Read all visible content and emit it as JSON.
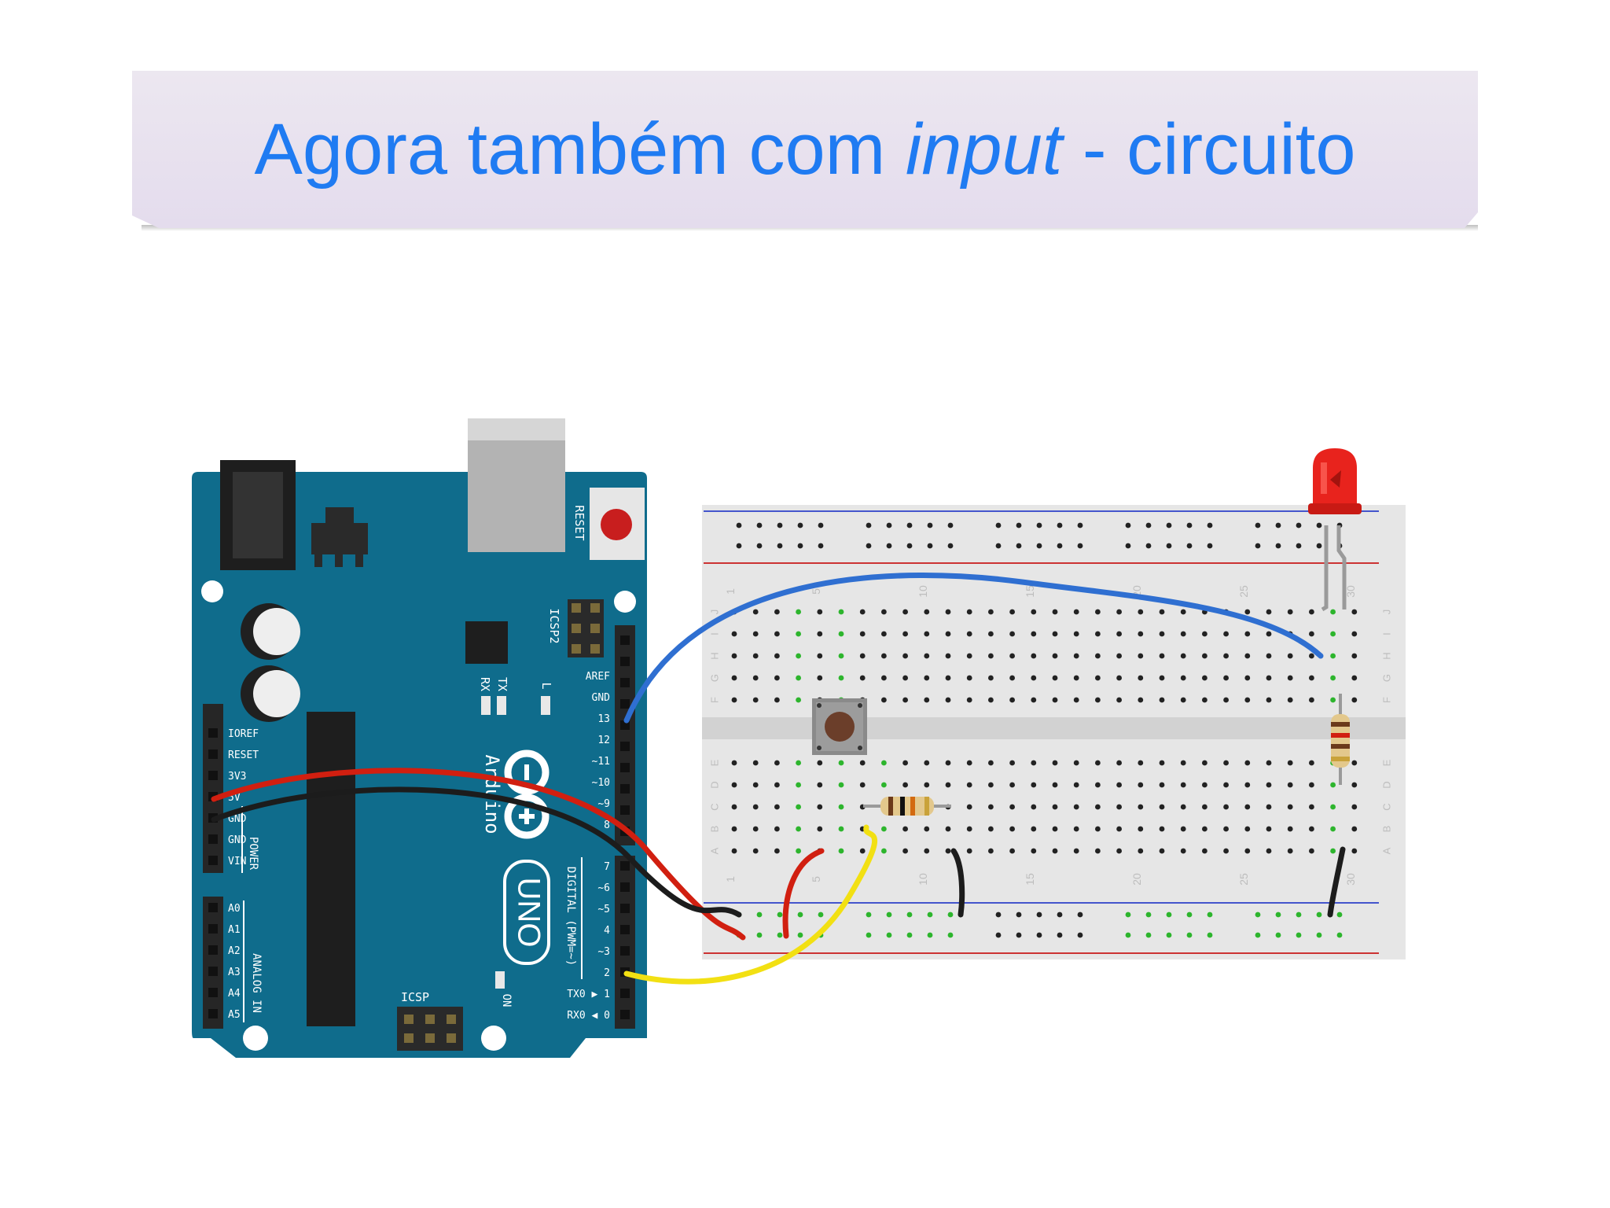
{
  "slide": {
    "title_pre": "Agora também com ",
    "title_italic": "input",
    "title_post": " - circuito"
  },
  "board": {
    "logo": "Arduino",
    "model": "UNO",
    "reset_label": "RESET",
    "icsp2_label": "ICSP2",
    "icsp_label": "ICSP",
    "tx_label": "TX",
    "rx_label": "RX",
    "l_label": "L",
    "on_label": "ON",
    "power_label": "POWER",
    "analog_label": "ANALOG IN",
    "digital_label": "DIGITAL (PWM=~)",
    "power_pins": [
      "IOREF",
      "RESET",
      "3V3",
      "5V",
      "GND",
      "GND",
      "VIN"
    ],
    "analog_pins": [
      "A0",
      "A1",
      "A2",
      "A3",
      "A4",
      "A5"
    ],
    "digital_top_pins": [
      "AREF",
      "GND",
      "13",
      "12",
      "~11",
      "~10",
      "~9",
      "8"
    ],
    "digital_bottom_pins": [
      "7",
      "~6",
      "~5",
      "4",
      "~3",
      "2",
      "TX0 ▶ 1",
      "RX0 ◀ 0"
    ]
  },
  "breadboard": {
    "column_numbers": [
      "1",
      "5",
      "10",
      "15",
      "20",
      "25",
      "30"
    ],
    "row_letters_top": [
      "J",
      "I",
      "H",
      "G",
      "F"
    ],
    "row_letters_bottom": [
      "E",
      "D",
      "C",
      "B",
      "A"
    ]
  },
  "colors": {
    "board": "#0f6c8c",
    "wire_blue": "#2f6fd1",
    "wire_red": "#d11f10",
    "wire_black": "#1c1c1c",
    "wire_yellow": "#f2e013",
    "led": "#e8231d",
    "title": "#1f7bf2"
  }
}
